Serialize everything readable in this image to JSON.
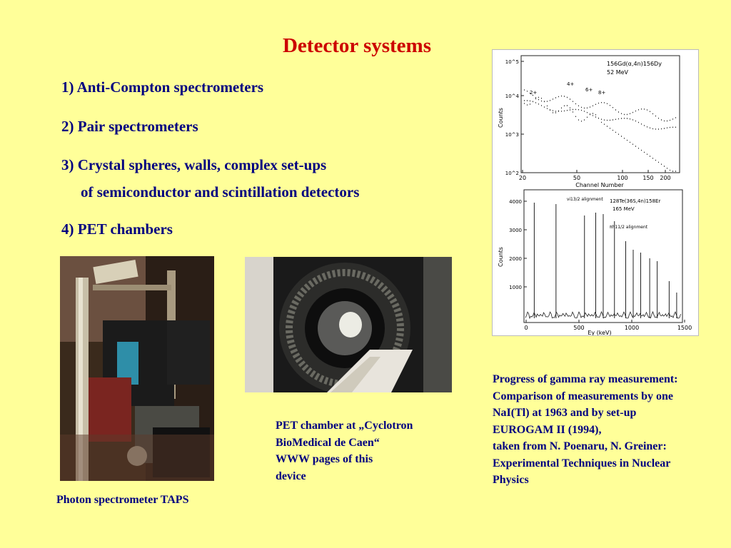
{
  "slide": {
    "title": "Detector systems",
    "bullets": [
      "1) Anti-Compton spectrometers",
      "2) Pair spectrometers",
      "3) Crystal spheres, walls, complex set-ups",
      "of semiconductor and scintillation detectors",
      "4) PET chambers"
    ]
  },
  "captions": {
    "taps": "Photon spectrometer TAPS",
    "pet": [
      "PET chamber at „Cyclotron",
      "BioMedical de Caen“",
      "WWW pages of this",
      "device"
    ],
    "progress": [
      "Progress of gamma ray measurement:",
      "Comparison of measurements by one",
      "NaI(Tl) at 1963 and by set-up",
      "EUROGAM II (1994),",
      "taken from N. Poenaru, N. Greiner:",
      "Experimental Techniques in Nuclear",
      "Physics"
    ]
  },
  "chart_data": [
    {
      "type": "scatter",
      "title": "156Gd(α,4n)156Dy",
      "subtitle": "52 MeV",
      "xlabel": "Channel Number",
      "ylabel": "Counts",
      "x_ticks": [
        20,
        50,
        100,
        150,
        200
      ],
      "y_ticks": [
        "10^2",
        "10^3",
        "10^4",
        "10^5"
      ],
      "y_scale": "log",
      "peak_labels": [
        "2+",
        "4+",
        "6+",
        "8+"
      ]
    },
    {
      "type": "line",
      "title": "128Te(36S,4n)158Er",
      "subtitle": "165 MeV",
      "xlabel": "Eγ (keV)",
      "ylabel": "Counts",
      "x_ticks": [
        0,
        500,
        1000,
        1500
      ],
      "y_ticks": [
        1000,
        2000,
        3000,
        4000
      ],
      "annotations": [
        "νi13/2 alignment",
        "πh11/2 alignment"
      ]
    }
  ]
}
